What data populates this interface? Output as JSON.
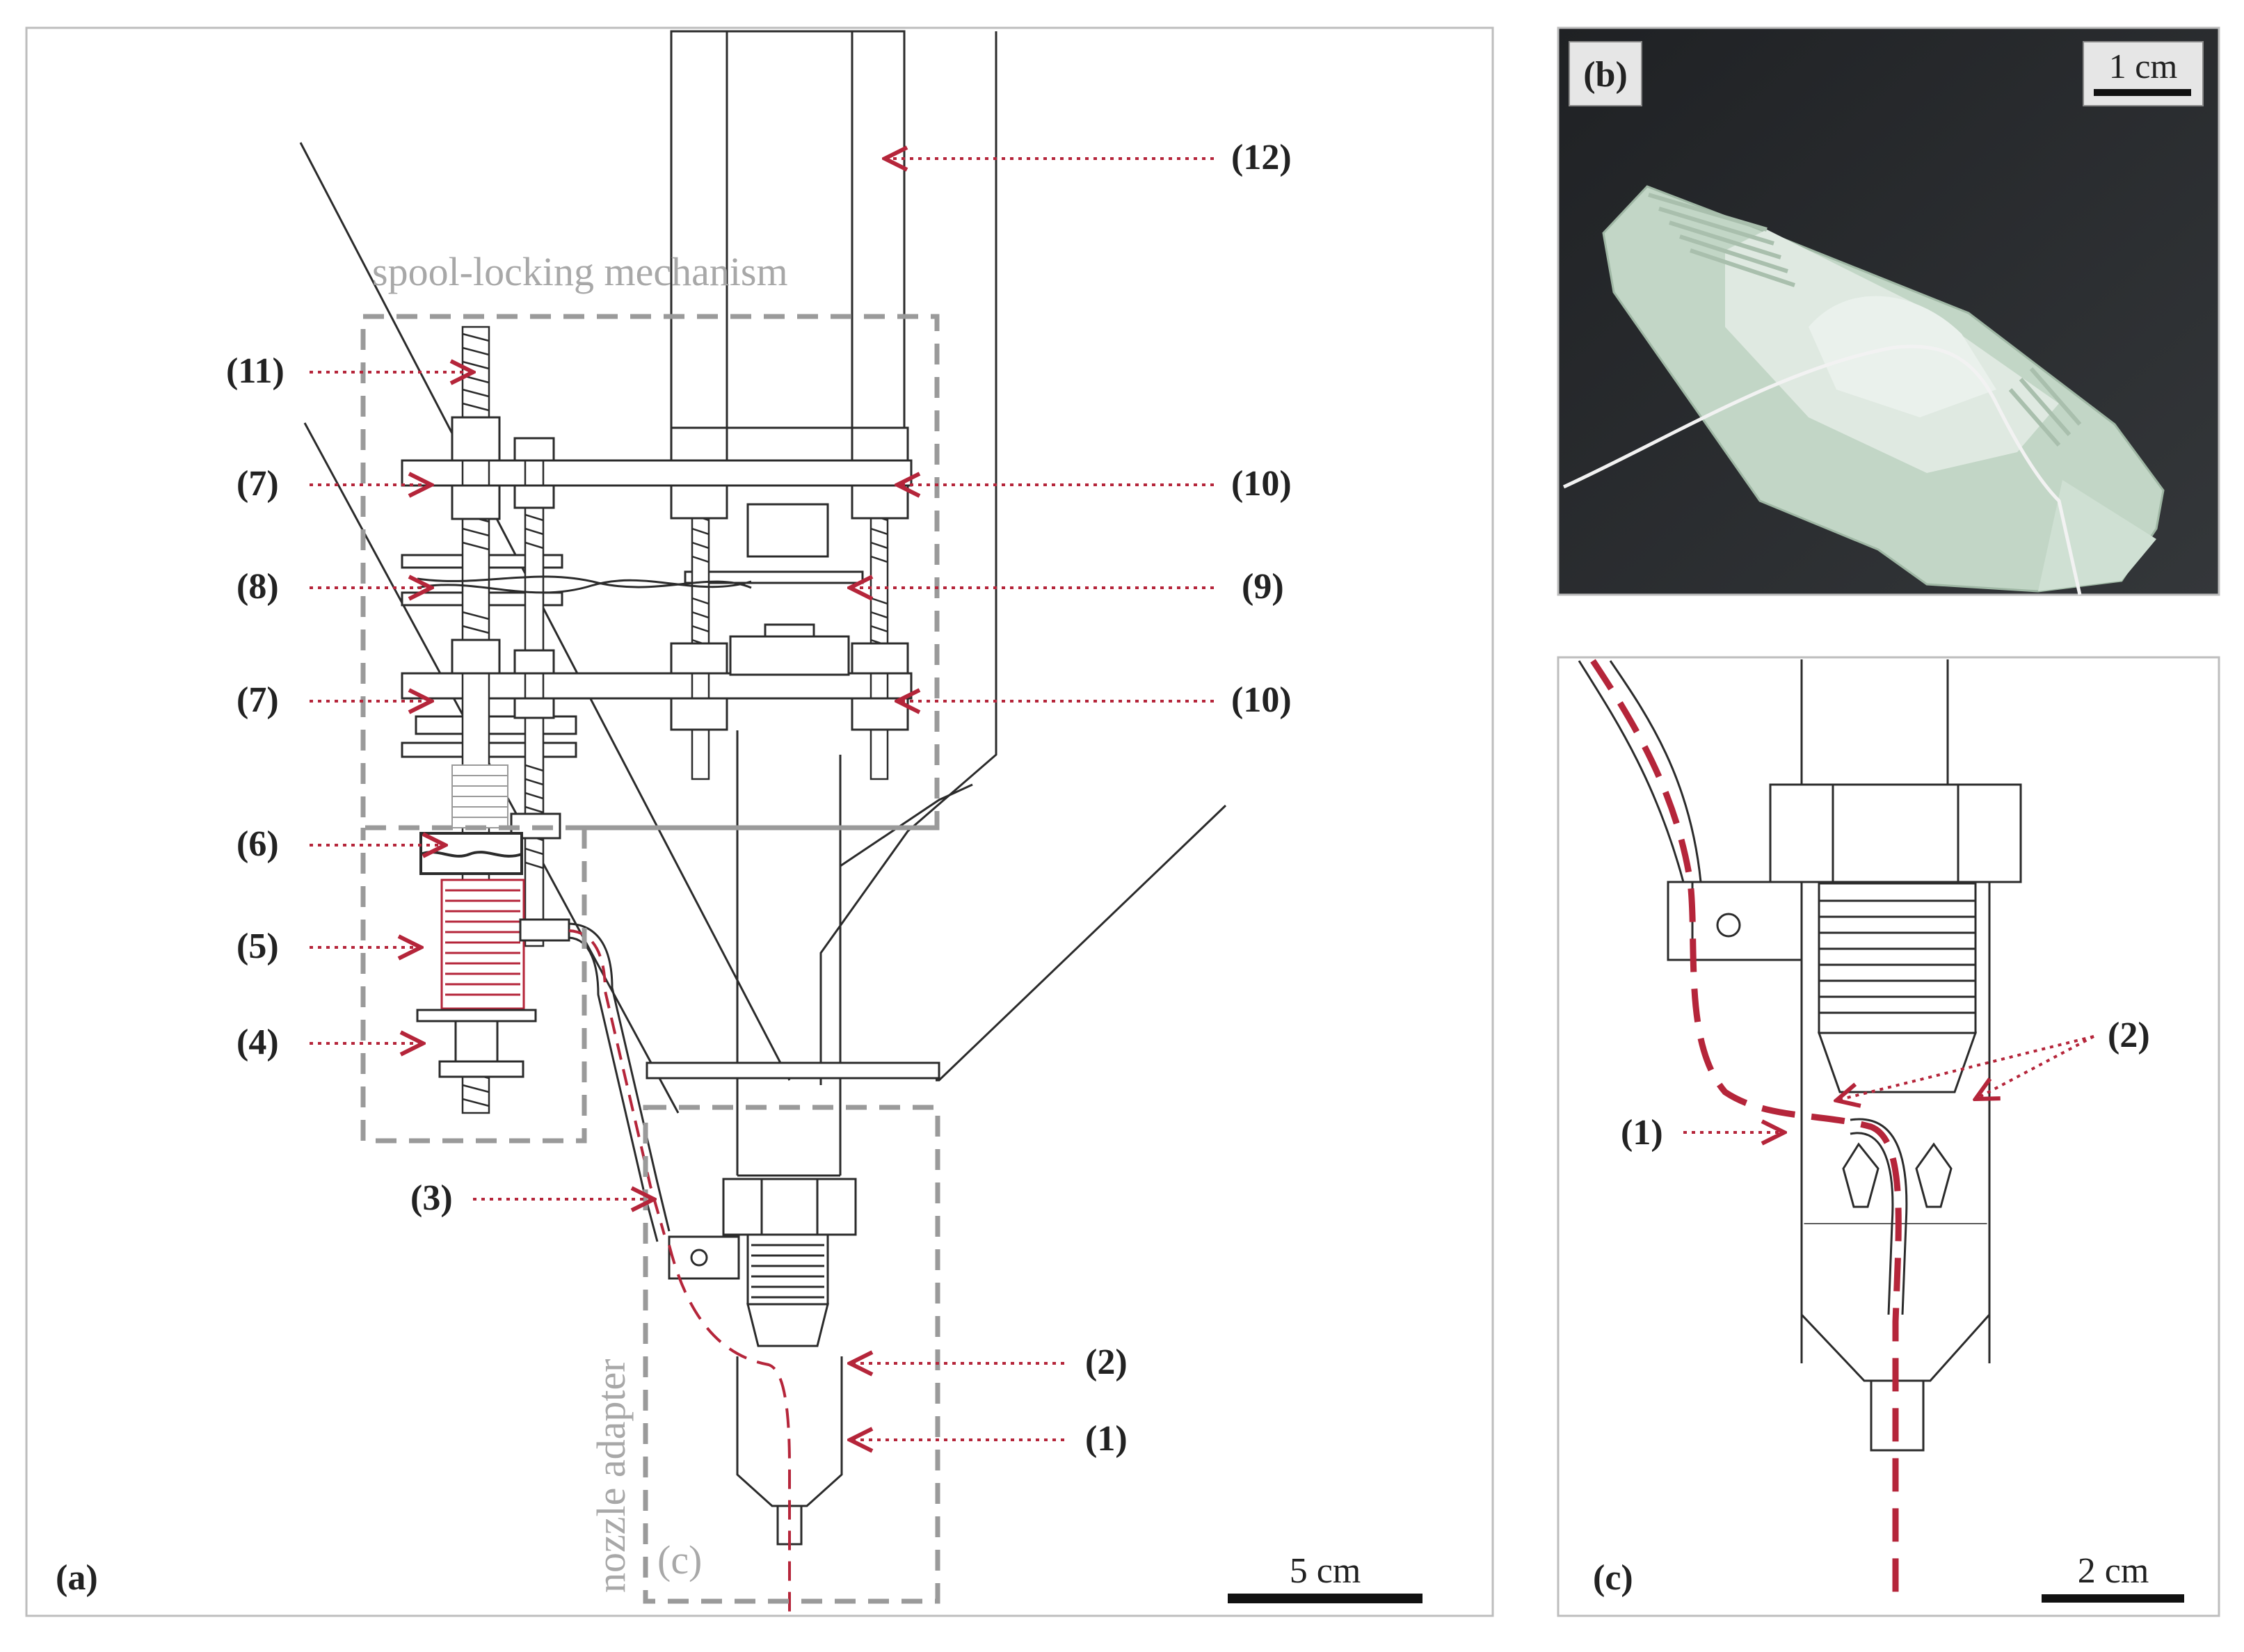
{
  "panels": {
    "a": {
      "label": "(a)",
      "scale_label": "5 cm"
    },
    "b": {
      "label": "(b)",
      "scale_label": "1 cm"
    },
    "c": {
      "label": "(c)",
      "scale_label": "2 cm"
    }
  },
  "regions": {
    "spool": "spool-locking mechanism",
    "nozzle": "nozzle adapter",
    "nozzle_ref": "(c)"
  },
  "callouts_a": {
    "c1": "(1)",
    "c2": "(2)",
    "c3": "(3)",
    "c4": "(4)",
    "c5": "(5)",
    "c6": "(6)",
    "c7a": "(7)",
    "c7b": "(7)",
    "c8": "(8)",
    "c9": "(9)",
    "c10a": "(10)",
    "c10b": "(10)",
    "c11": "(11)",
    "c12": "(12)"
  },
  "callouts_c": {
    "c1": "(1)",
    "c2": "(2)"
  },
  "colors": {
    "accent": "#b5253a",
    "line": "#2b2b2b",
    "region_box": "#9a9a9a",
    "photo_bg": "#25282b",
    "part": "#c2d6c6"
  }
}
